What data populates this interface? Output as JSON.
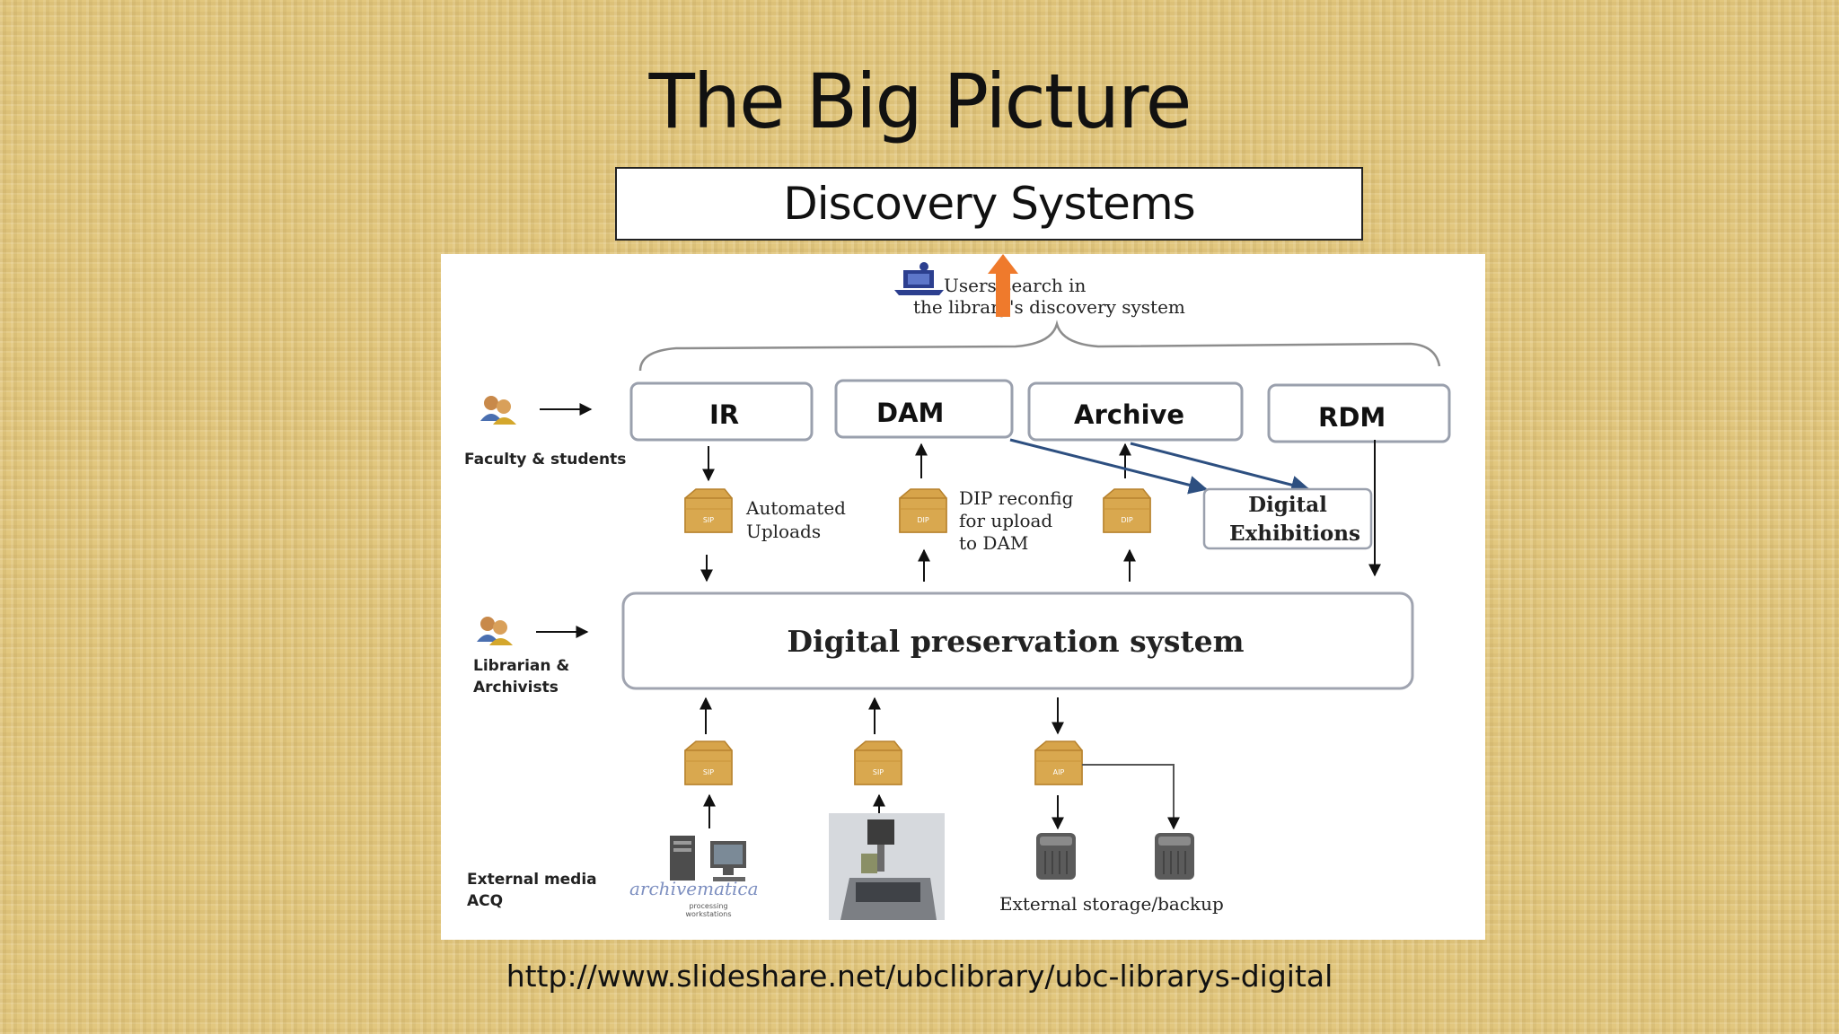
{
  "title": "The Big Picture",
  "discovery": "Discovery Systems",
  "diagram": {
    "users_search_line1": "Users search in",
    "users_search_line2": "the library's discovery system",
    "faculty_students": "Faculty & students",
    "ir": "IR",
    "dam": "DAM",
    "archive": "Archive",
    "rdm": "RDM",
    "automated_line1": "Automated",
    "automated_line2": "Uploads",
    "dip_line1": "DIP reconfig",
    "dip_line2": "for upload",
    "dip_line3": "to DAM",
    "digital_line1": "Digital",
    "digital_line2": "Exhibitions",
    "preservation": "Digital preservation system",
    "librarian_line1": "Librarian &",
    "librarian_line2": "Archivists",
    "external_line1": "External media",
    "external_line2": "ACQ",
    "archivematica": "archivematica",
    "processing_line1": "processing",
    "processing_line2": "workstations",
    "storage": "External storage/backup",
    "package_sip": "SIP",
    "package_dip": "DIP",
    "package_aip": "AIP"
  },
  "source": "http://www.slideshare.net/ubclibrary/ubc-librarys-digital",
  "colors": {
    "accent_arrow": "#ef7a2c",
    "box_border": "#9aa0ad",
    "package": "#d7a44a",
    "connector_blue": "#2d4f80"
  }
}
